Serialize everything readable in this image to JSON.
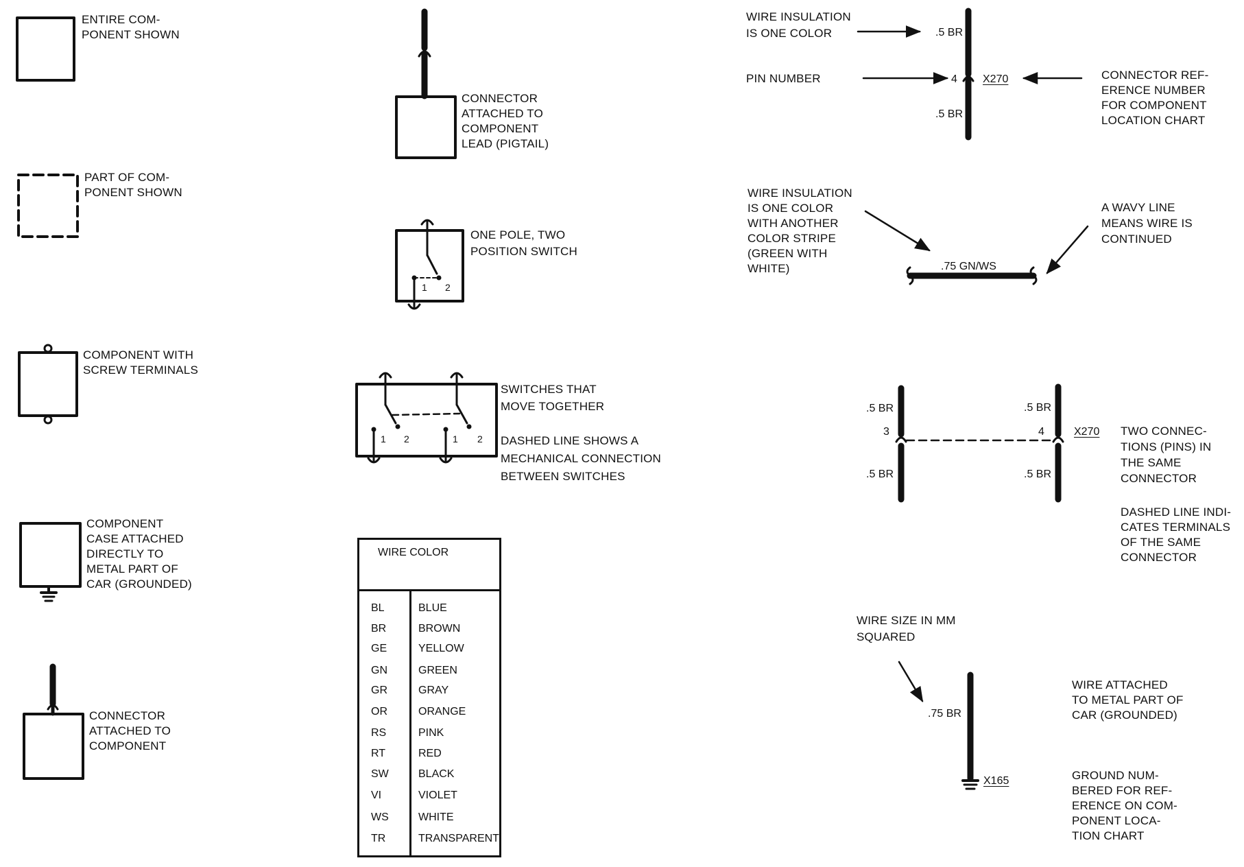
{
  "left_column": {
    "entire_component": "ENTIRE COM-\nPONENT SHOWN",
    "part_of_component": "PART OF COM-\nPONENT SHOWN",
    "screw_terminals": "COMPONENT WITH\nSCREW TERMINALS",
    "grounded_case": "COMPONENT\nCASE ATTACHED\nDIRECTLY TO\nMETAL PART OF\nCAR (GROUNDED)",
    "connector_component": "CONNECTOR\nATTACHED TO\nCOMPONENT"
  },
  "middle_column": {
    "pigtail": "CONNECTOR\nATTACHED TO\nCOMPONENT\nLEAD (PIGTAIL)",
    "one_pole_switch": "ONE POLE, TWO\nPOSITION SWITCH",
    "switch_pos_1": "1",
    "switch_pos_2": "2",
    "gang_switch": "SWITCHES THAT\nMOVE TOGETHER",
    "gang_dashed": "DASHED LINE SHOWS A\nMECHANICAL CONNECTION\nBETWEEN SWITCHES"
  },
  "wire_color_table": {
    "header": "WIRE COLOR",
    "rows": [
      {
        "code": "BL",
        "name": "BLUE"
      },
      {
        "code": "BR",
        "name": "BROWN"
      },
      {
        "code": "GE",
        "name": "YELLOW"
      },
      {
        "code": "GN",
        "name": "GREEN"
      },
      {
        "code": "GR",
        "name": "GRAY"
      },
      {
        "code": "OR",
        "name": "ORANGE"
      },
      {
        "code": "RS",
        "name": "PINK"
      },
      {
        "code": "RT",
        "name": "RED"
      },
      {
        "code": "SW",
        "name": "BLACK"
      },
      {
        "code": "VI",
        "name": "VIOLET"
      },
      {
        "code": "WS",
        "name": "WHITE"
      },
      {
        "code": "TR",
        "name": "TRANSPARENT"
      }
    ]
  },
  "right_column": {
    "insulation_one_color": "WIRE INSULATION\nIS ONE COLOR",
    "pin_number": "PIN NUMBER",
    "connector_ref": "CONNECTOR REF-\nERENCE NUMBER\nFOR COMPONENT\nLOCATION CHART",
    "wire_top_label": ".5 BR",
    "pin_value": "4",
    "connector_value": "X270",
    "wire_bottom_label": ".5 BR",
    "insulation_stripe": "WIRE INSULATION\nIS ONE COLOR\nWITH ANOTHER\nCOLOR STRIPE\n(GREEN WITH\nWHITE)",
    "wavy_line": "A WAVY LINE\nMEANS WIRE IS\nCONTINUED",
    "stripe_wire_label": ".75 GN/WS",
    "two_conn_left_top": ".5 BR",
    "two_conn_left_pin": "3",
    "two_conn_left_bottom": ".5 BR",
    "two_conn_right_top": ".5 BR",
    "two_conn_right_pin": "4",
    "two_conn_right_bottom": ".5 BR",
    "two_conn_ref": "X270",
    "two_connections": "TWO CONNEC-\nTIONS (PINS) IN\nTHE SAME\nCONNECTOR",
    "dashed_terminals": "DASHED LINE INDI-\nCATES TERMINALS\nOF THE SAME\nCONNECTOR",
    "wire_size": "WIRE SIZE IN MM\nSQUARED",
    "ground_wire_label": ".75 BR",
    "ground_ref": "X165",
    "wire_grounded": "WIRE ATTACHED\nTO METAL PART OF\nCAR (GROUNDED)",
    "ground_numbered": "GROUND NUM-\nBERED FOR REF-\nERENCE ON COM-\nPONENT LOCA-\nTION CHART"
  }
}
